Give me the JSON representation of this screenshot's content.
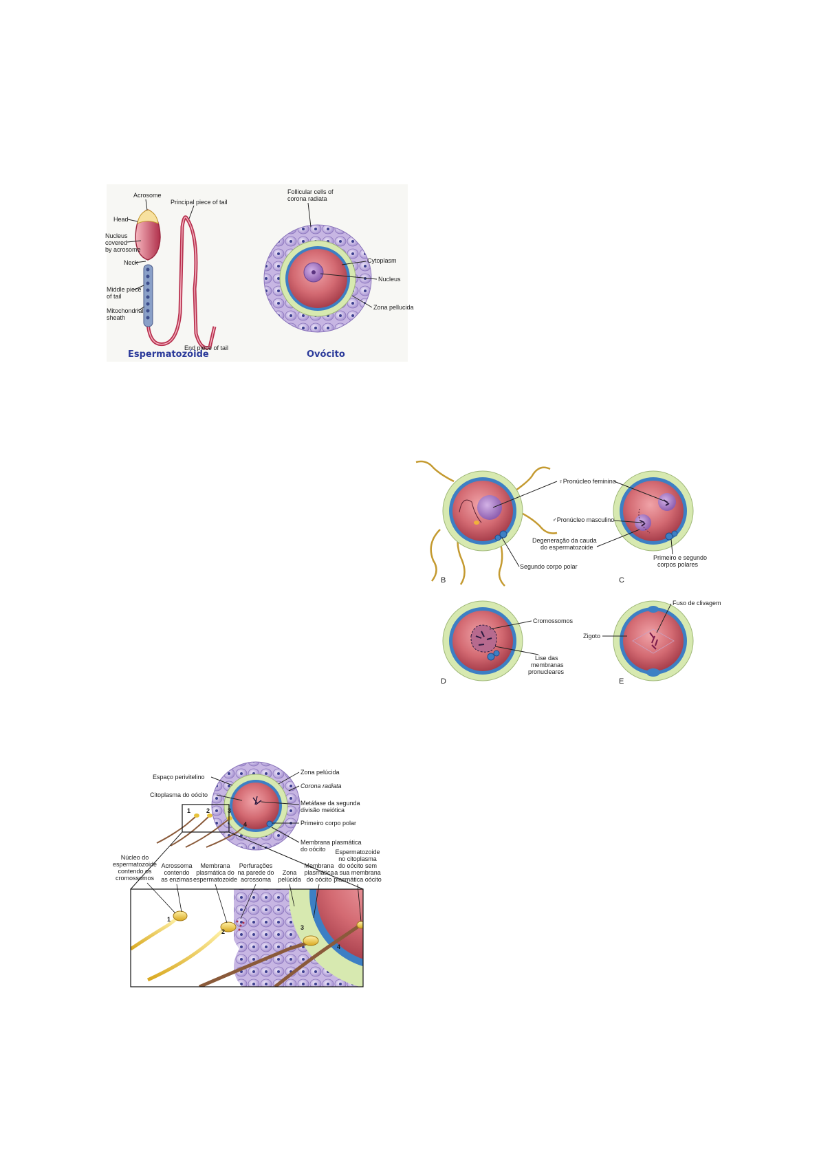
{
  "figure1": {
    "sperm_labels": {
      "acrosome": "Acrosome",
      "head": "Head",
      "nucleus": [
        "Nucleus",
        "covered",
        "by acrosome"
      ],
      "neck": "Neck",
      "middle_piece": [
        "Middle piece",
        "of tail"
      ],
      "mito_sheath": [
        "Mitochondrial",
        "sheath"
      ],
      "principal_piece": "Principal piece of tail",
      "end_piece": "End piece of tail"
    },
    "oocyte_labels": {
      "follicular": [
        "Follicular cells of",
        "corona radiata"
      ],
      "cytoplasm": "Cytoplasm",
      "nucleus": "Nucleus",
      "zona": "Zona pellucida"
    },
    "captions": {
      "sperm": "Espermatozóide",
      "oocyte": "Ovócito"
    }
  },
  "figure2": {
    "panel_letters": [
      "B",
      "C",
      "D",
      "E"
    ],
    "labels": {
      "pron_fem": "♀Pronúcleo feminino",
      "pron_masc": "♂Pronúcleo masculino",
      "degeneracao": [
        "Degeneração da cauda",
        "do espermatozoide"
      ],
      "segundo_polar": "Segundo corpo polar",
      "primeiro_segundo": [
        "Primeiro e segundo",
        "corpos polares"
      ],
      "cromossomos": "Cromossomos",
      "lise": [
        "Lise das",
        "membranas",
        "pronucleares"
      ],
      "fuso": "Fuso de clivagem",
      "zigoto": "Zigoto"
    }
  },
  "figure3": {
    "top_labels": {
      "espaco": "Espaço perivitelino",
      "citoplasma": "Citoplasma do oócito",
      "zona": "Zona pelúcida",
      "corona": "Corona radiata",
      "metafase": [
        "Metáfase da segunda",
        "divisão meiótica"
      ],
      "primeiro_polar": "Primeiro corpo polar",
      "membrana": [
        "Membrana plasmática",
        "do oócito"
      ]
    },
    "inset_numbers": [
      "1",
      "2",
      "3",
      "4"
    ],
    "bottom_labels": {
      "nucleo": [
        "Núcleo do",
        "espermatozoide",
        "contendo os",
        "cromossomos"
      ],
      "acrossoma": [
        "Acrossoma",
        "contendo",
        "as enzimas"
      ],
      "membrana_esp": [
        "Membrana",
        "plasmática do",
        "espermatozoide"
      ],
      "perfuracoes": [
        "Perfurações",
        "na parede do",
        "acrossoma"
      ],
      "zona": [
        "Zona",
        "pelúcida"
      ],
      "membrana_ooc": [
        "Membrana",
        "plasmática",
        "do oócito"
      ],
      "esp_citoplasma": [
        "Espermatozoide",
        "no citoplasma",
        "do oócito sem",
        "a sua membrana",
        "plasmática oócito"
      ]
    }
  },
  "colors": {
    "cytoplasm": "#c2555f",
    "zona": "#d7e9b0",
    "membrane_blue": "#2f74c4",
    "sperm_pink": "#c0405a",
    "sperm_gold": "#e8c23a",
    "corona_cell": "#b7a8d8",
    "title_blue": "#2b3a9a"
  }
}
